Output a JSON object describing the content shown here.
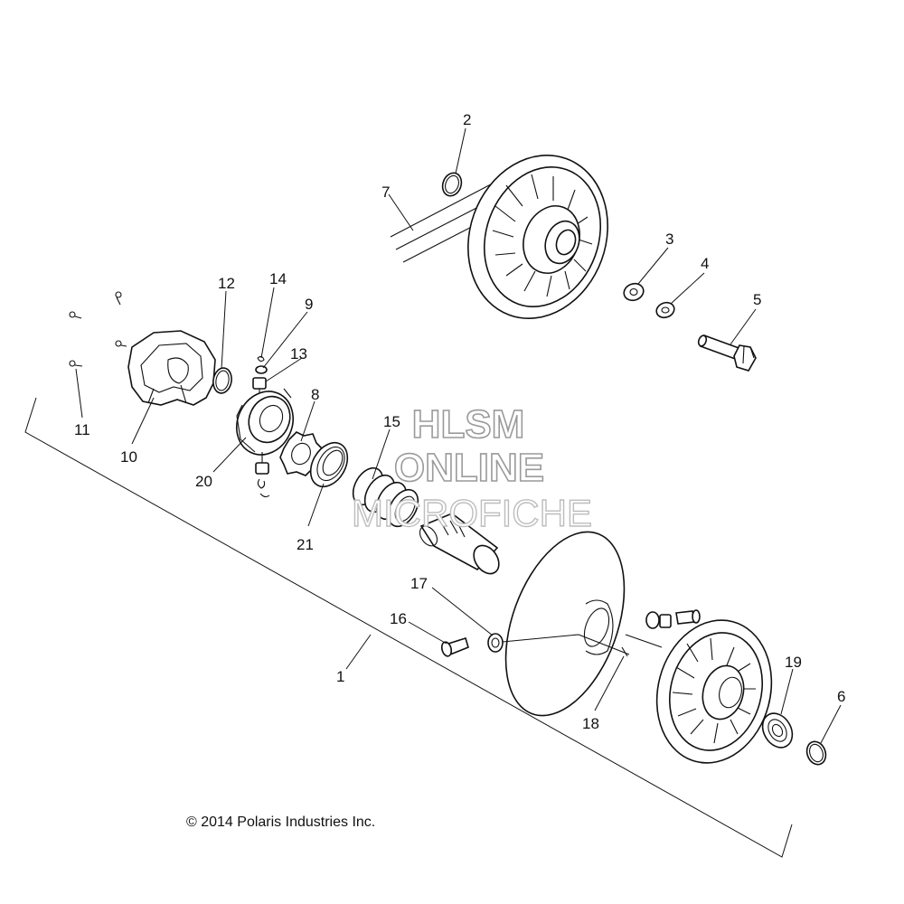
{
  "copyright": "© 2014 Polaris Industries Inc.",
  "watermark": {
    "line1": "HLSM",
    "line2": "ONLINE",
    "line3": "MICROFICHE",
    "stroke_color": "#9a9a9a"
  },
  "callouts": [
    {
      "id": "c1",
      "label": "1"
    },
    {
      "id": "c2",
      "label": "2"
    },
    {
      "id": "c3",
      "label": "3"
    },
    {
      "id": "c4",
      "label": "4"
    },
    {
      "id": "c5",
      "label": "5"
    },
    {
      "id": "c6",
      "label": "6"
    },
    {
      "id": "c7",
      "label": "7"
    },
    {
      "id": "c8",
      "label": "8"
    },
    {
      "id": "c9",
      "label": "9"
    },
    {
      "id": "c10",
      "label": "10"
    },
    {
      "id": "c11",
      "label": "11"
    },
    {
      "id": "c12",
      "label": "12"
    },
    {
      "id": "c13",
      "label": "13"
    },
    {
      "id": "c14",
      "label": "14"
    },
    {
      "id": "c15",
      "label": "15"
    },
    {
      "id": "c16",
      "label": "16"
    },
    {
      "id": "c17",
      "label": "17"
    },
    {
      "id": "c18",
      "label": "18"
    },
    {
      "id": "c19",
      "label": "19"
    },
    {
      "id": "c20",
      "label": "20"
    },
    {
      "id": "c21",
      "label": "21"
    }
  ]
}
